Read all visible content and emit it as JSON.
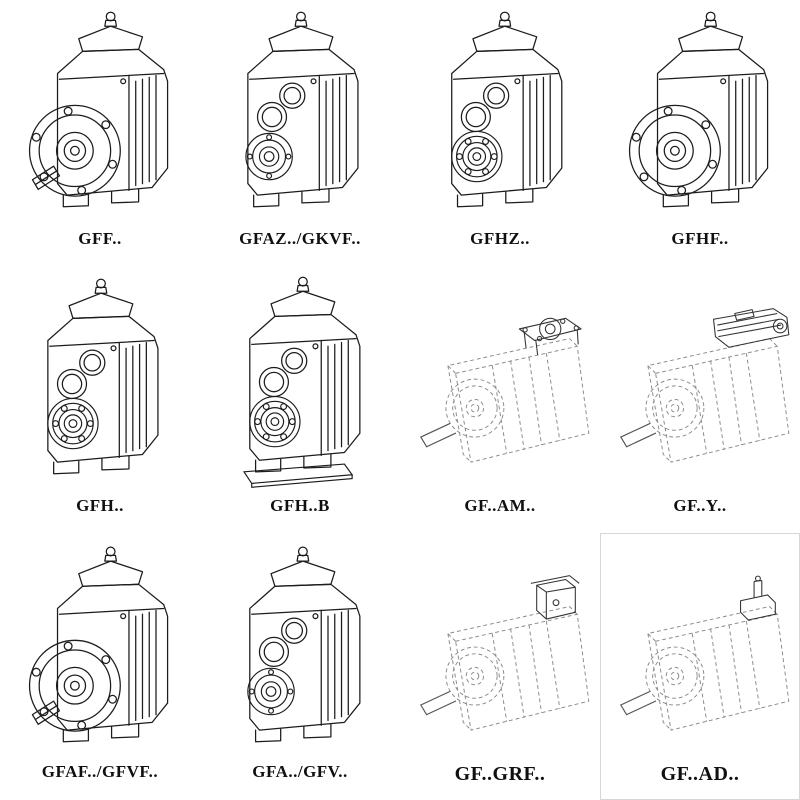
{
  "page": {
    "background": "#ffffff"
  },
  "catalog": {
    "ink_color": "#1c1c1c",
    "dashed_color": "#8a8a8a",
    "items": [
      {
        "label": "GFF.."
      },
      {
        "label": "GFAZ../GKVF.."
      },
      {
        "label": "GFHZ.."
      },
      {
        "label": "GFHF.."
      },
      {
        "label": "GFH.."
      },
      {
        "label": "GFH..B"
      },
      {
        "label": "GF..AM.."
      },
      {
        "label": "GF..Y.."
      },
      {
        "label": "GFAF../GFVF.."
      },
      {
        "label": "GFA../GFV.."
      },
      {
        "label": "GF..GRF.."
      },
      {
        "label": "GF..AD.."
      }
    ]
  }
}
